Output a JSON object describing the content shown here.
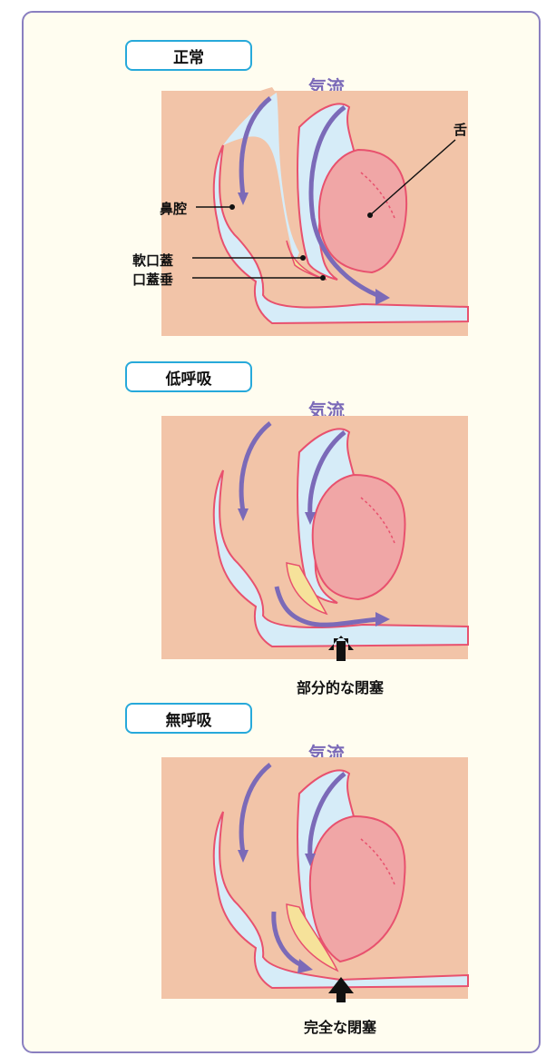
{
  "panels": [
    {
      "title": "正常",
      "airflow": "気流"
    },
    {
      "title": "低呼吸",
      "airflow": "気流",
      "occlusion": "部分的な閉塞"
    },
    {
      "title": "無呼吸",
      "airflow": "気流",
      "occlusion": "完全な閉塞"
    }
  ],
  "labels": {
    "tongue": "舌",
    "nasal_cavity": "鼻腔",
    "soft_palate": "軟口蓋",
    "uvula": "口蓋垂"
  },
  "colors": {
    "skin": "#f2c4a8",
    "airway": "#d6ecf8",
    "outline": "#e8516e",
    "tongue": "#f0a6a6",
    "uvula": "#f6e29a",
    "arrow": "#7b6ab8",
    "frame": "#8a7fc0",
    "tag_border": "#27a9da"
  }
}
